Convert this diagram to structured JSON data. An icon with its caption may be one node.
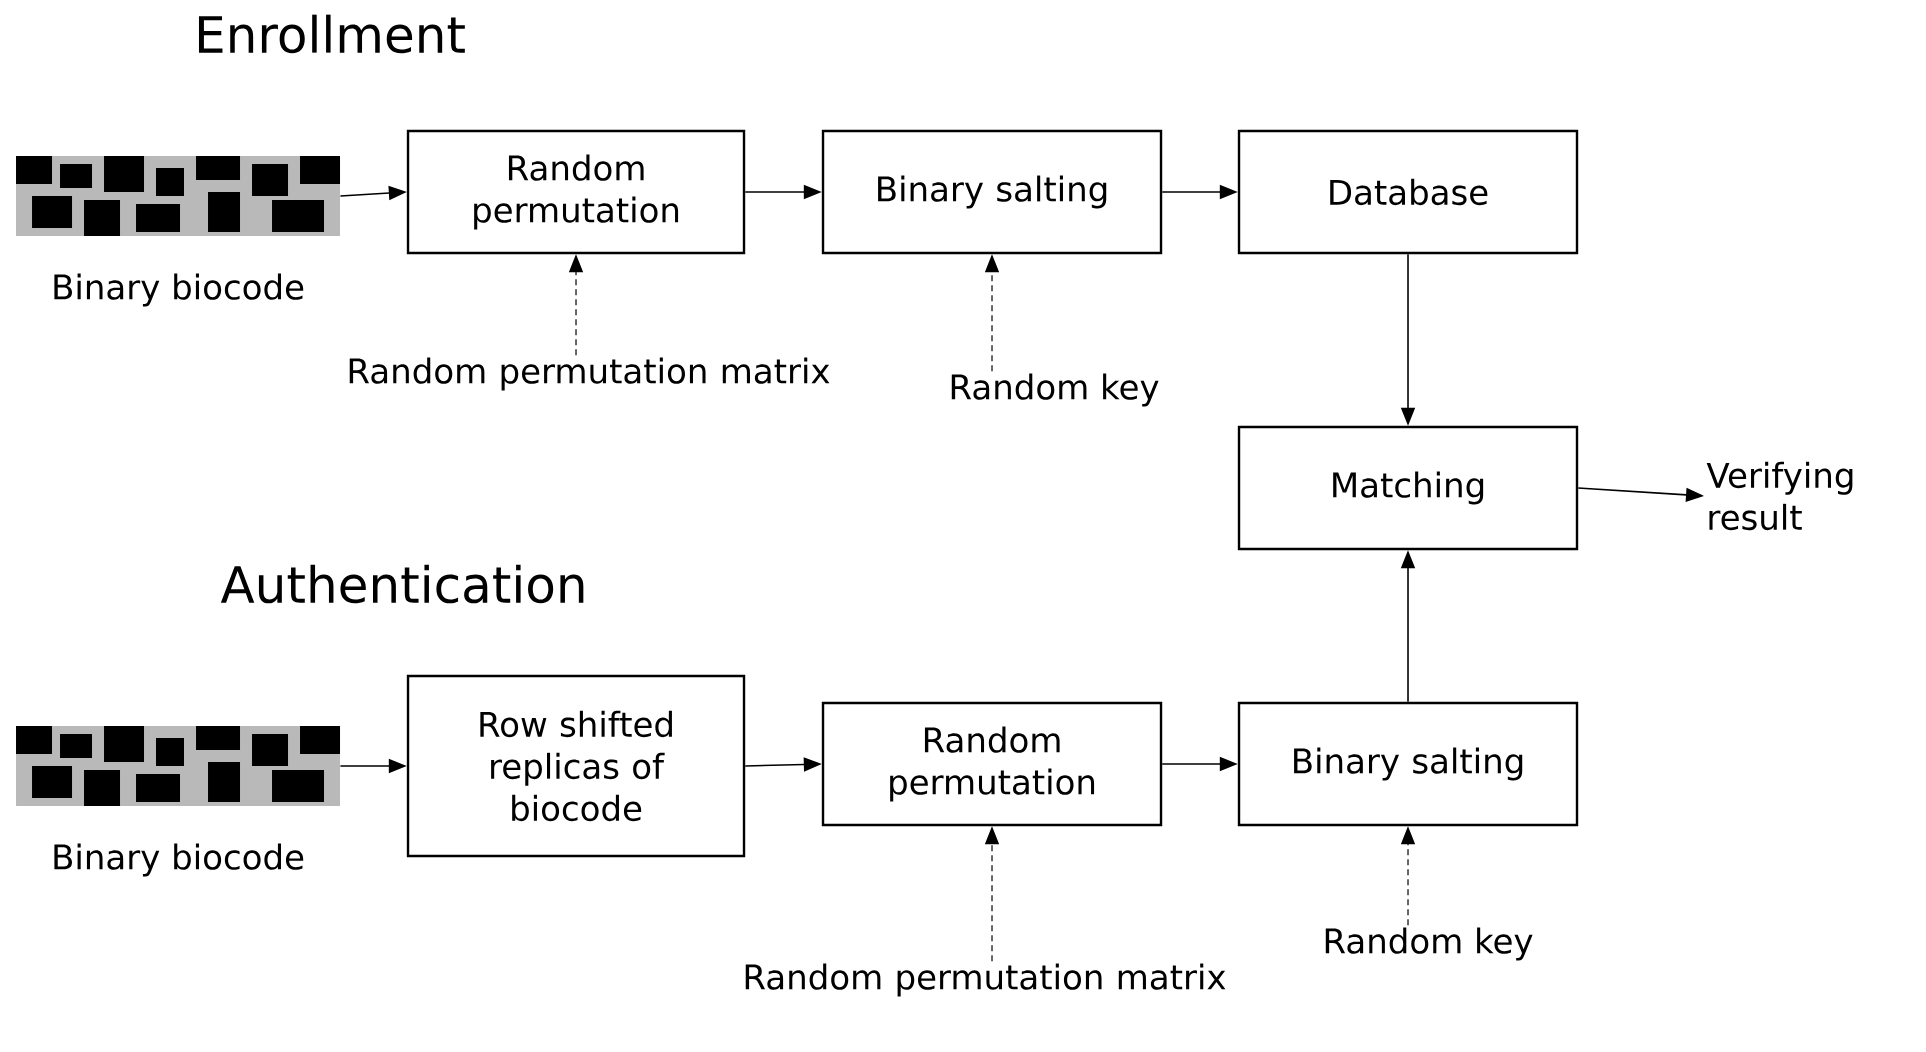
{
  "diagram": {
    "nodes": [
      {
        "text": [],
        "shape": "picture",
        "beside": [
          "Binary biocode"
        ]
      },
      {
        "text": [
          "Random permutation"
        ]
      },
      {
        "text": [
          "Binary salting"
        ]
      },
      {
        "text": [
          "Database"
        ]
      },
      {
        "text": [
          "Random permutation matrix"
        ]
      },
      {
        "text": [
          "Random key"
        ]
      },
      {
        "text": [
          "Matching"
        ]
      },
      {
        "text": [
          "Verifying result"
        ]
      },
      {
        "text": [],
        "shape": "picture",
        "beside": [
          "Binary biocode"
        ]
      },
      {
        "text": [
          "Row shifted replicas of biocode"
        ]
      },
      {
        "text": [
          "Random permutation"
        ]
      },
      {
        "text": [
          "Binary salting"
        ]
      },
      {
        "text": [
          "Random permutation matrix"
        ]
      },
      {
        "text": [
          "Random key"
        ]
      }
    ],
    "edges": [
      {
        "from": 0,
        "to": 1,
        "arrow": "to"
      },
      {
        "from": 1,
        "to": 2,
        "arrow": "to"
      },
      {
        "from": 2,
        "to": 3,
        "arrow": "to"
      },
      {
        "from": 4,
        "to": 1,
        "arrow": "to",
        "style": "dashed"
      },
      {
        "from": 5,
        "to": 2,
        "arrow": "to",
        "style": "dashed"
      },
      {
        "from": 3,
        "to": 6,
        "arrow": "to"
      },
      {
        "from": 6,
        "to": 7,
        "arrow": "to"
      },
      {
        "from": 8,
        "to": 9,
        "arrow": "to"
      },
      {
        "from": 9,
        "to": 10,
        "arrow": "to"
      },
      {
        "from": 10,
        "to": 11,
        "arrow": "to"
      },
      {
        "from": 11,
        "to": 6,
        "arrow": "to"
      },
      {
        "from": 12,
        "to": 10,
        "arrow": "to",
        "style": "dashed"
      },
      {
        "from": 13,
        "to": 11,
        "arrow": "to",
        "style": "dashed"
      }
    ],
    "labels": [
      "Enrollment",
      "Authentication"
    ]
  }
}
